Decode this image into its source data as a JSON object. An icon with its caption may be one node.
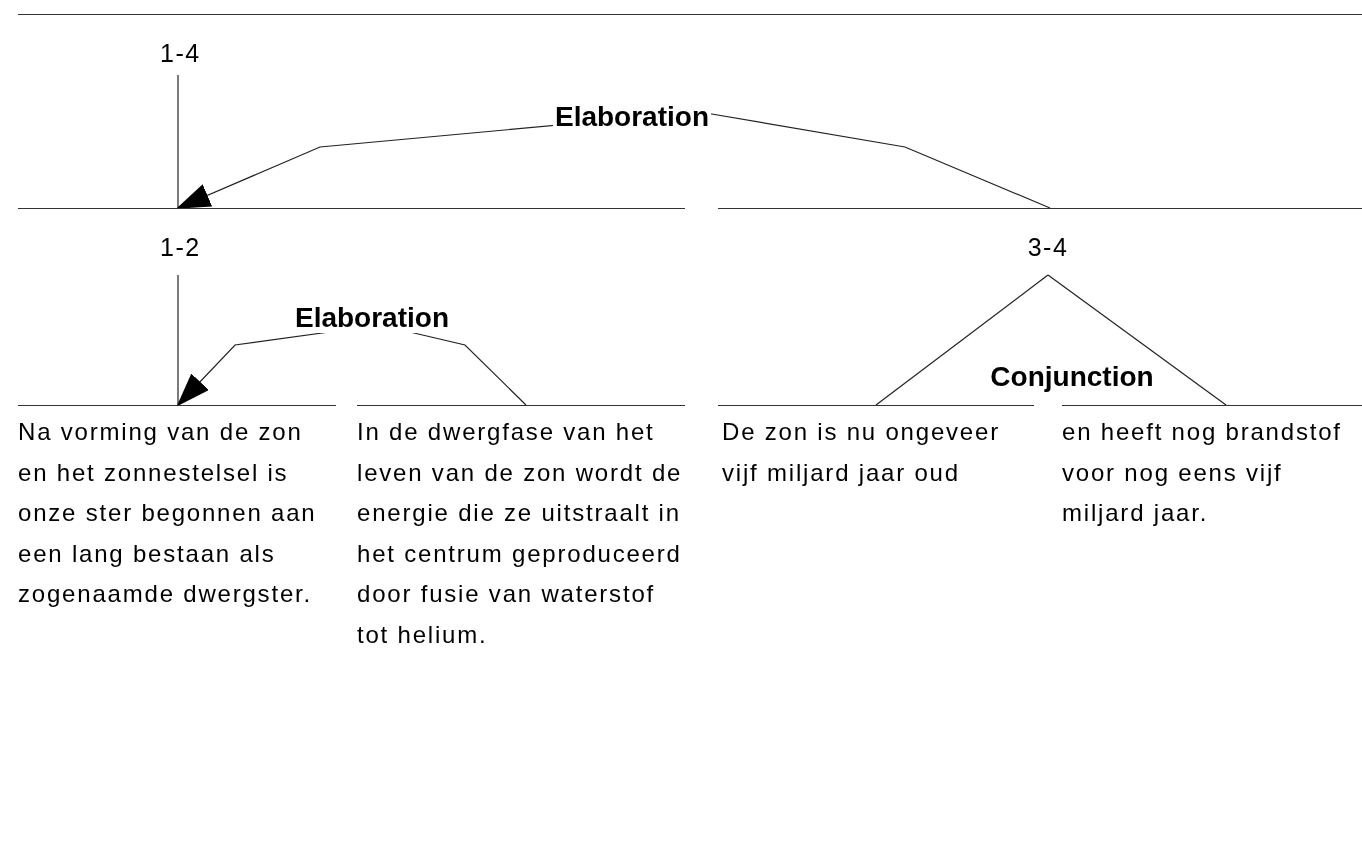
{
  "diagram": {
    "nodes": [
      {
        "text": [
          "1-4"
        ]
      },
      {
        "text": [
          "1-2"
        ]
      },
      {
        "text": [
          "3-4"
        ]
      },
      {
        "text": [
          "Na vorming van de zon en het zonnestelsel is onze ster begonnen aan een lang bestaan als zogenaamde dwergster."
        ]
      },
      {
        "text": [
          "In de dwergfase van het leven van de zon wordt de energie die ze uitstraalt in het centrum geproduceerd door fusie van waterstof tot helium."
        ]
      },
      {
        "text": [
          "De zon is nu ongeveer vijf miljard jaar oud"
        ]
      },
      {
        "text": [
          "en heeft nog brandstof voor nog eens vijf miljard jaar."
        ]
      }
    ],
    "edges": [
      {
        "from": 0,
        "to": 1,
        "arrow": "none"
      },
      {
        "from": 2,
        "to": 1,
        "arrow": "to",
        "label": "Elaboration"
      },
      {
        "from": 1,
        "to": 3,
        "arrow": "none"
      },
      {
        "from": 4,
        "to": 3,
        "arrow": "to",
        "label": "Elaboration"
      },
      {
        "from": 2,
        "to": 5,
        "arrow": "none"
      },
      {
        "from": 2,
        "to": 6,
        "arrow": "none",
        "label": "Conjunction"
      }
    ]
  }
}
